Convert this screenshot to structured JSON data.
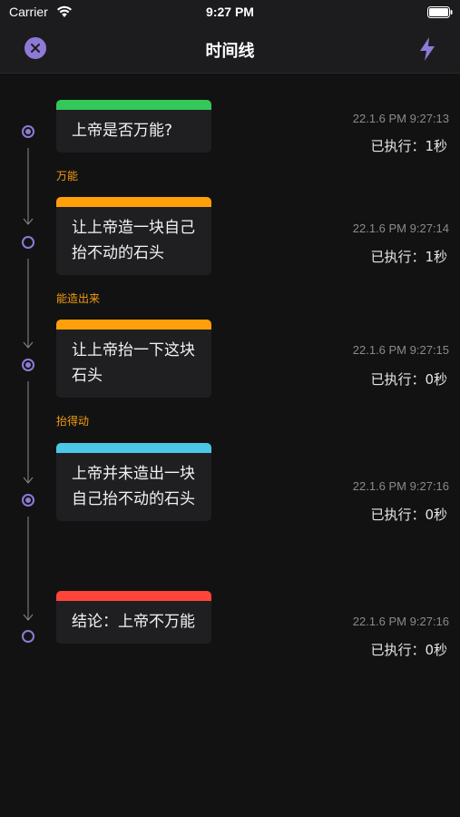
{
  "status_bar": {
    "carrier": "Carrier",
    "time": "9:27 PM"
  },
  "nav": {
    "title": "时间线",
    "close_icon": "close-icon",
    "action_icon": "lightning-bolt-icon"
  },
  "colors": {
    "accent": "#8e7ad6",
    "green": "#34c759",
    "orange": "#ff9f0a",
    "cyan": "#4ac8e6",
    "red": "#ff453a",
    "branch_label": "#f39c12"
  },
  "timeline": {
    "events": [
      {
        "text": "上帝是否万能?",
        "timestamp": "22.1.6 PM 9:27:13",
        "elapsed": "已执行：1秒",
        "bar_color": "#34c759",
        "node": "filled"
      },
      {
        "text": "让上帝造一块自己抬不动的石头",
        "timestamp": "22.1.6 PM 9:27:14",
        "elapsed": "已执行：1秒",
        "bar_color": "#ff9f0a",
        "node": "hollow"
      },
      {
        "text": "让上帝抬一下这块石头",
        "timestamp": "22.1.6 PM 9:27:15",
        "elapsed": "已执行：0秒",
        "bar_color": "#ff9f0a",
        "node": "filled"
      },
      {
        "text": "上帝并未造出一块自己抬不动的石头",
        "timestamp": "22.1.6 PM 9:27:16",
        "elapsed": "已执行：0秒",
        "bar_color": "#4ac8e6",
        "node": "filled"
      },
      {
        "text": "结论：上帝不万能",
        "timestamp": "22.1.6 PM 9:27:16",
        "elapsed": "已执行：0秒",
        "bar_color": "#ff453a",
        "node": "hollow"
      }
    ],
    "branches": [
      "万能",
      "能造出来",
      "抬得动",
      ""
    ]
  }
}
